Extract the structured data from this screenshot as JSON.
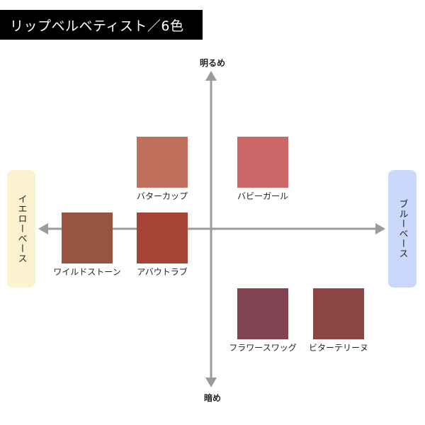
{
  "title": "リップベルベティスト／6色",
  "axes": {
    "top": "明るめ",
    "bottom": "暗め",
    "left": "イエローベース",
    "right": "ブルーベース"
  },
  "colors": {
    "axis": "#9b9b9b",
    "yellow_base_bg": "#fdf2cf",
    "blue_base_bg": "#c9d8fb"
  },
  "swatches": [
    {
      "name": "バターカップ",
      "color": "#c2705e"
    },
    {
      "name": "バビーガール",
      "color": "#cd6868"
    },
    {
      "name": "ワイルドストーン",
      "color": "#975441"
    },
    {
      "name": "アバウトラブ",
      "color": "#a54335"
    },
    {
      "name": "フラワースワッグ",
      "color": "#824352"
    },
    {
      "name": "ビターテリーヌ",
      "color": "#8b4545"
    }
  ]
}
